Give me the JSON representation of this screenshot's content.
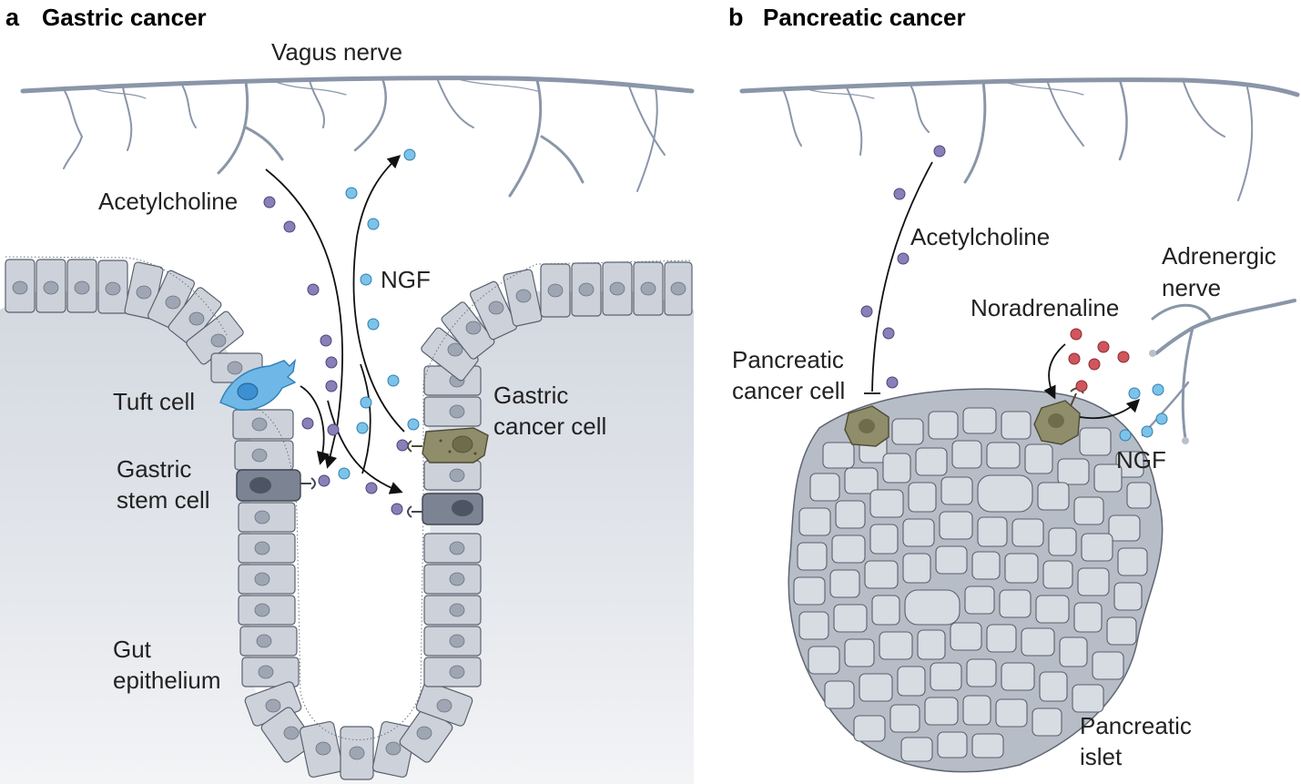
{
  "panels": {
    "a": {
      "letter": "a",
      "title": "Gastric cancer",
      "labels": {
        "vagus_nerve": "Vagus nerve",
        "acetylcholine": "Acetylcholine",
        "ngf": "NGF",
        "tuft_cell": "Tuft cell",
        "gastric_stem_cell_line1": "Gastric",
        "gastric_stem_cell_line2": "stem cell",
        "gastric_cancer_cell_line1": "Gastric",
        "gastric_cancer_cell_line2": "cancer cell",
        "gut_epithelium_line1": "Gut",
        "gut_epithelium_line2": "epithelium"
      }
    },
    "b": {
      "letter": "b",
      "title": "Pancreatic cancer",
      "labels": {
        "acetylcholine": "Acetylcholine",
        "adrenergic_nerve_line1": "Adrenergic",
        "adrenergic_nerve_line2": "nerve",
        "noradrenaline": "Noradrenaline",
        "pancreatic_cancer_cell_line1": "Pancreatic",
        "pancreatic_cancer_cell_line2": "cancer cell",
        "ngf": "NGF",
        "pancreatic_islet_line1": "Pancreatic",
        "pancreatic_islet_line2": "islet"
      }
    }
  },
  "colors": {
    "acetylcholine": "#8a7fb8",
    "ngf": "#7cc3ea",
    "noradrenaline": "#d0555c",
    "tuft_cell": "#6fb7e6",
    "cancer_cell": "#8f8d6a",
    "stem_cell": "#7c8494",
    "tissue": "#d9dde4",
    "nerve": "#8a96a8"
  }
}
